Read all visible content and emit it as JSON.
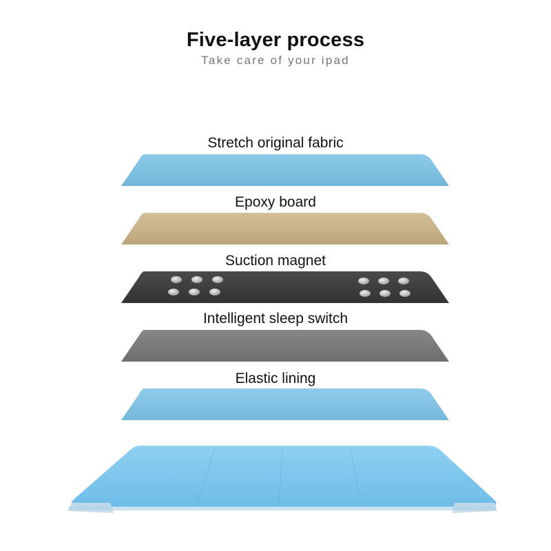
{
  "header": {
    "title": "Five-layer process",
    "subtitle": "Take care of your ipad"
  },
  "layers": [
    {
      "label": "Stretch original fabric",
      "color": "#7dbfdf"
    },
    {
      "label": "Epoxy board",
      "color": "#c9b48d"
    },
    {
      "label": "Suction magnet",
      "color": "#3f3f3f"
    },
    {
      "label": "Intelligent sleep switch",
      "color": "#7b7b7b"
    },
    {
      "label": "Elastic lining",
      "color": "#83c2e3"
    }
  ],
  "case": {
    "color": "#7fc7ec"
  }
}
